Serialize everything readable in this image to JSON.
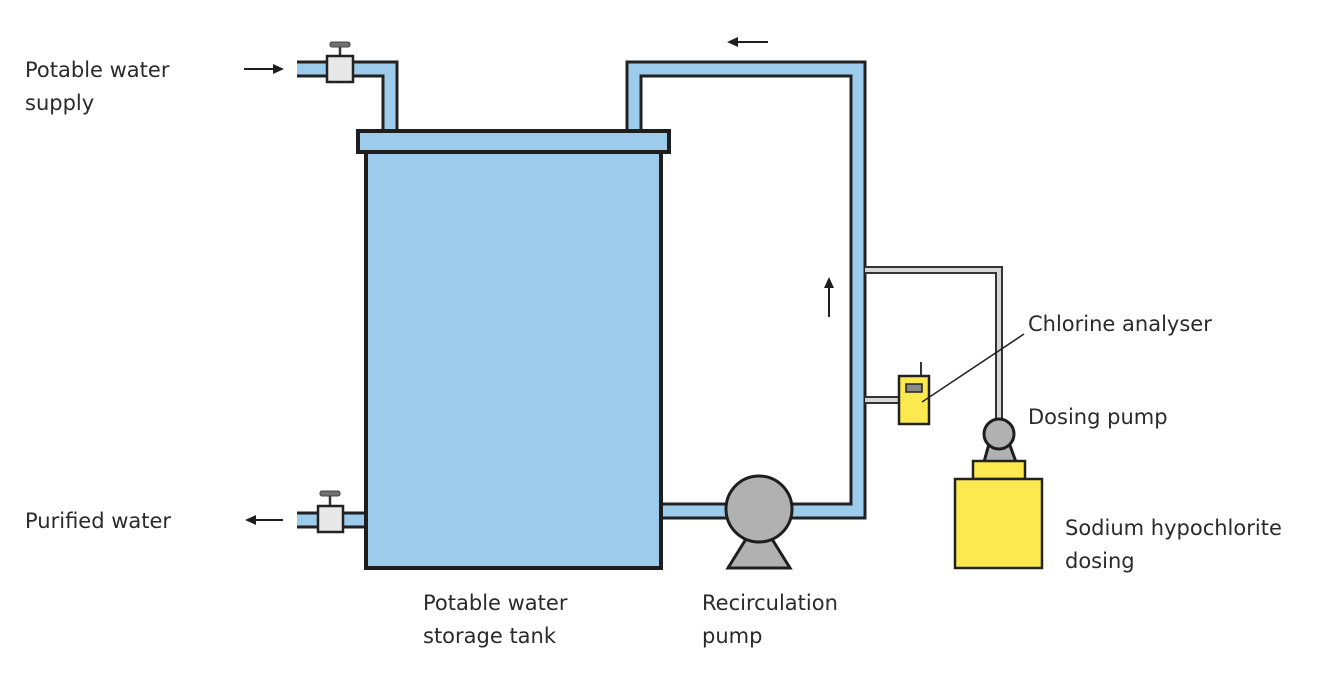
{
  "diagram": {
    "type": "process-flow",
    "title": "",
    "labels": {
      "supply": [
        "Potable water",
        "supply"
      ],
      "purified": [
        "Purified water"
      ],
      "tank": [
        "Potable water",
        "storage tank"
      ],
      "recirc_pump": [
        "Recirculation",
        "pump"
      ],
      "analyser": [
        "Chlorine analyser"
      ],
      "dosing_pump": [
        "Dosing pump"
      ],
      "hypochlorite": [
        "Sodium hypochlorite",
        "dosing"
      ]
    },
    "components": [
      {
        "id": "supply-valve",
        "kind": "valve"
      },
      {
        "id": "outlet-valve",
        "kind": "valve"
      },
      {
        "id": "storage-tank",
        "kind": "tank"
      },
      {
        "id": "recirculation-pump",
        "kind": "pump"
      },
      {
        "id": "chlorine-analyser",
        "kind": "analyser"
      },
      {
        "id": "dosing-pump",
        "kind": "pump"
      },
      {
        "id": "hypochlorite-tank",
        "kind": "chemical-tank"
      }
    ],
    "flows": [
      {
        "from": "supply",
        "to": "storage-tank",
        "direction": "right"
      },
      {
        "from": "storage-tank",
        "to": "purified",
        "direction": "left"
      },
      {
        "from": "recirculation-pump",
        "to": "storage-tank",
        "direction": "up-then-left"
      },
      {
        "from": "hypochlorite-tank",
        "to": "recirculation-loop",
        "via": "dosing-pump"
      },
      {
        "from": "recirculation-loop",
        "to": "chlorine-analyser"
      }
    ],
    "colors": {
      "water": "#9ccbec",
      "chemical": "#fbe94f",
      "pump": "#b1b1b1",
      "valve": "#e8e8e8",
      "outline": "#1e1e1e"
    }
  }
}
